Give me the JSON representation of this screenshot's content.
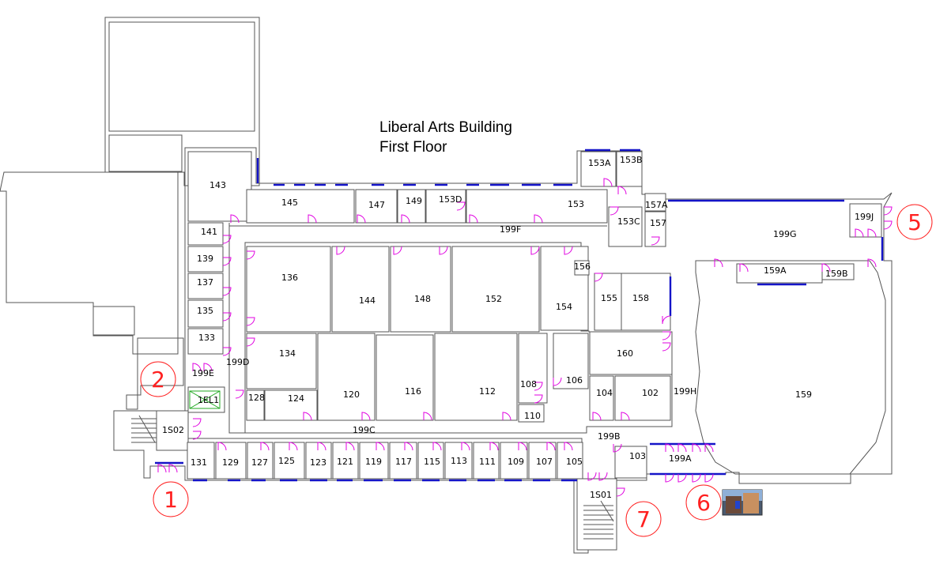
{
  "title": [
    "Liberal Arts Building",
    "First Floor"
  ],
  "colors": {
    "wall": "#555555",
    "window": "#1414c8",
    "door": "#e000e0",
    "marker": "#ff2020",
    "elevator": "#22aa22"
  },
  "rooms": [
    "143",
    "145",
    "147",
    "149",
    "153D",
    "153",
    "153A",
    "153B",
    "153C",
    "157A",
    "157",
    "199J",
    "199G",
    "199F",
    "141",
    "139",
    "137",
    "135",
    "133",
    "199D",
    "199E",
    "1EL1",
    "128",
    "136",
    "134",
    "124",
    "144",
    "148",
    "152",
    "154",
    "156",
    "155",
    "158",
    "160",
    "159A",
    "159B",
    "159",
    "120",
    "116",
    "112",
    "108",
    "110",
    "106",
    "104",
    "102",
    "199H",
    "1S02",
    "199C",
    "131",
    "129",
    "127",
    "125",
    "123",
    "121",
    "119",
    "117",
    "115",
    "113",
    "111",
    "109",
    "107",
    "105",
    "199B",
    "103",
    "199A",
    "1S01"
  ],
  "entrances": [
    "1",
    "2",
    "5",
    "6",
    "7"
  ],
  "photo_icon": "building-photo-thumbnail"
}
